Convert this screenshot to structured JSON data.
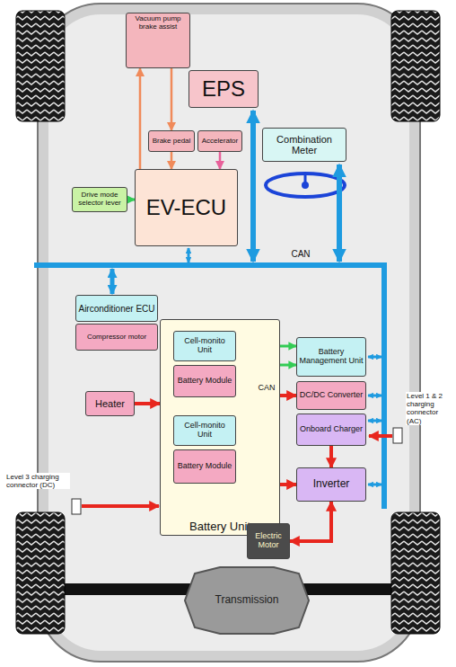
{
  "diagram": {
    "nodes": [
      {
        "text": [
          "Vacuum pump brake assist"
        ]
      },
      {
        "text": [
          "EPS"
        ]
      },
      {
        "text": [
          "Brake pedal"
        ]
      },
      {
        "text": [
          "Accelerator"
        ]
      },
      {
        "text": [
          "Combination Meter"
        ]
      },
      {
        "text": [
          "Drive mode selector lever"
        ]
      },
      {
        "text": [
          "EV-ECU"
        ]
      },
      {
        "text": [
          "Airconditioner ECU"
        ]
      },
      {
        "text": [
          "Compressor motor"
        ]
      },
      {
        "text": [
          "Battery Unit"
        ]
      },
      {
        "text": [
          "Cell-monito Unit"
        ],
        "in": 9
      },
      {
        "text": [
          "Battery Module"
        ],
        "in": 9
      },
      {
        "text": [
          "Cell-monito Unit"
        ],
        "in": 9
      },
      {
        "text": [
          "Battery Module"
        ],
        "in": 9
      },
      {
        "text": [
          "Battery Management Unit"
        ]
      },
      {
        "text": [
          "Heater"
        ]
      },
      {
        "text": [
          "DC/DC Converter"
        ]
      },
      {
        "text": [
          "Onboard Charger"
        ]
      },
      {
        "text": [
          "Inverter"
        ]
      },
      {
        "text": [
          "Electric Motor"
        ]
      },
      {
        "text": [
          "Transmission"
        ]
      }
    ],
    "edges": [
      {
        "from": 6,
        "to": 0,
        "arrow": "to"
      },
      {
        "from": 0,
        "to": 2,
        "arrow": "to"
      },
      {
        "from": 2,
        "to": 6,
        "arrow": "to"
      },
      {
        "from": 3,
        "to": 6,
        "arrow": "to"
      },
      {
        "from": 5,
        "to": 6,
        "arrow": "to"
      },
      {
        "from": 10,
        "to": 14,
        "arrow": "both"
      },
      {
        "from": 12,
        "to": 14,
        "arrow": "both"
      },
      {
        "from": 9,
        "to": 18,
        "arrow": "to"
      },
      {
        "from": 17,
        "to": 18,
        "arrow": "to"
      },
      {
        "from": 9,
        "to": 16,
        "arrow": "to"
      },
      {
        "from": 18,
        "to": 19,
        "arrow": "both"
      },
      {
        "from": 15,
        "to": 9,
        "arrow": "to"
      }
    ],
    "labels": [
      "CAN",
      "CAN",
      "Level 1 & 2 charging connector (AC)",
      "Level 3 charging connector (DC)"
    ]
  }
}
